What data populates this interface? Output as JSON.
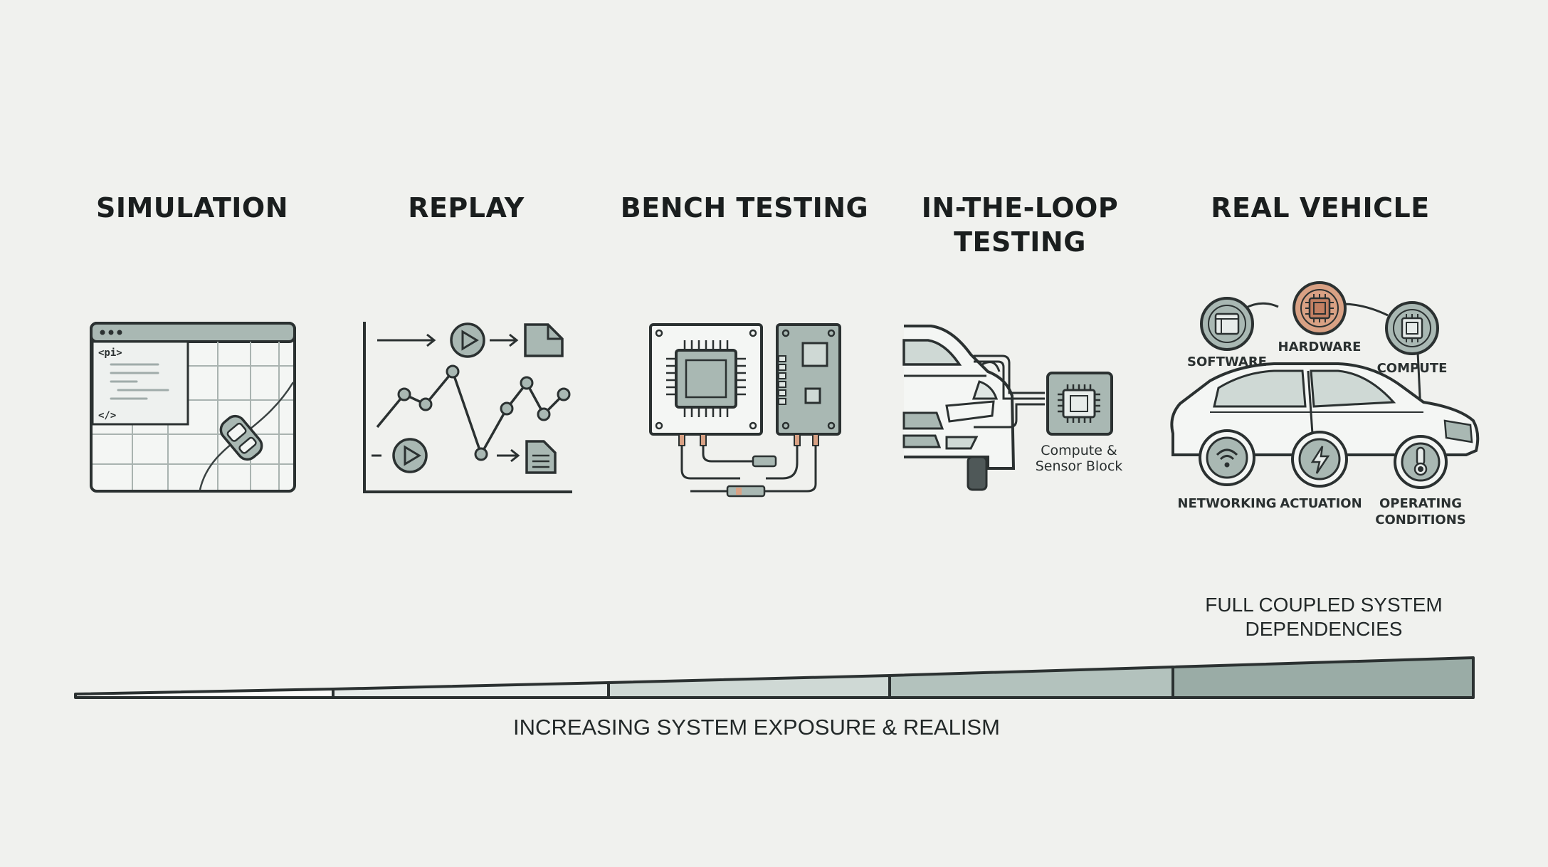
{
  "stages": [
    {
      "id": "simulation",
      "title": "SIMULATION"
    },
    {
      "id": "replay",
      "title": "REPLAY"
    },
    {
      "id": "bench",
      "title": "BENCH TESTING"
    },
    {
      "id": "loop",
      "title": "IN-THE-LOOP\nTESTING"
    },
    {
      "id": "vehicle",
      "title": "REAL VEHICLE"
    }
  ],
  "simulation": {
    "code_open_tag": "<pi>",
    "code_close_tag": "</>"
  },
  "loop": {
    "block_label": "Compute &\nSensor Block"
  },
  "vehicle": {
    "labels": {
      "software": "SOFTWARE",
      "hardware": "HARDWARE",
      "compute": "COMPUTE",
      "networking": "NETWORKING",
      "actuation": "ACTUATION",
      "operating_conditions": "OPERATING\nCONDITIONS"
    }
  },
  "coupled_label": "FULL COUPLED SYSTEM\nDEPENDENCIES",
  "exposure_label": "INCREASING SYSTEM EXPOSURE & REALISM",
  "colors": {
    "background": "#f0f1ee",
    "stroke": "#2b3131",
    "accent_fill": "#a9b8b3",
    "light_fill": "#dfe6e3",
    "hardware_accent": "#d9a184",
    "segment_fills": [
      "#fbfbf9",
      "#e7ecea",
      "#cfd9d5",
      "#b3c2bd",
      "#9aaca6"
    ]
  }
}
